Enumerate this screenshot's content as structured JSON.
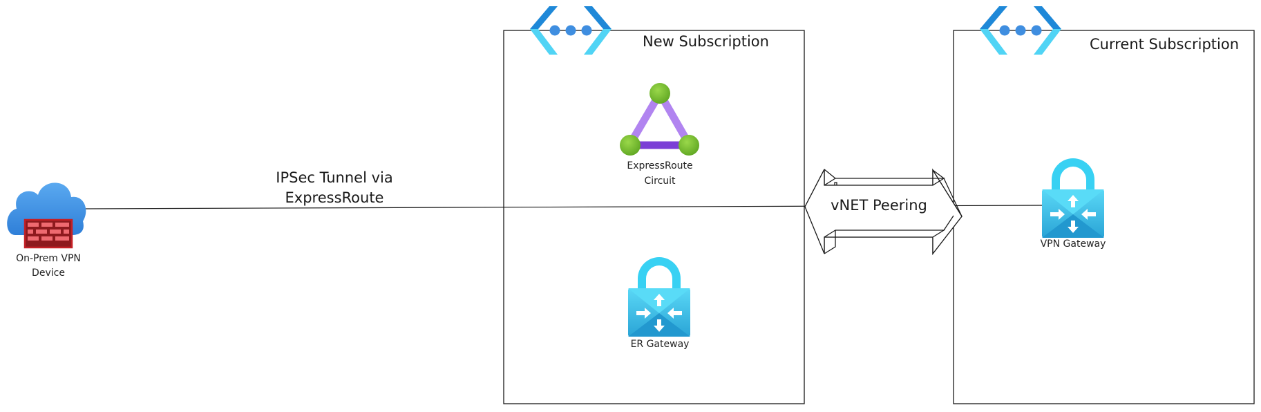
{
  "diagram": {
    "subscriptions": {
      "new": {
        "title": "New Subscription"
      },
      "current": {
        "title": "Current Subscription"
      }
    },
    "nodes": {
      "onprem": {
        "label_line1": "On-Prem VPN",
        "label_line2": "Device",
        "icon": "cloud-firewall-icon"
      },
      "expressroute": {
        "label_line1": "ExpressRoute",
        "label_line2": "Circuit",
        "icon": "expressroute-circuit-icon"
      },
      "er_gateway": {
        "label": "ER Gateway",
        "icon": "vpn-gateway-lock-icon"
      },
      "vpn_gateway": {
        "label": "VPN Gateway",
        "icon": "vpn-gateway-lock-icon"
      }
    },
    "connections": {
      "tunnel": {
        "label_line1": "IPSec Tunnel via",
        "label_line2": "ExpressRoute"
      },
      "peering": {
        "label": "vNET Peering"
      }
    },
    "colors": {
      "vnet_dark": "#1e88d8",
      "vnet_light": "#50d4f5",
      "vnet_dot": "#3f8ee0",
      "lock_light": "#38d1f3",
      "lock_dark": "#2aa6d9",
      "er_purple": "#b184f0",
      "er_purple_dark": "#7b3fd6",
      "er_green": "#7ec531",
      "firewall_red": "#d8262b",
      "cloud_blue": "#3d8fe3"
    }
  }
}
